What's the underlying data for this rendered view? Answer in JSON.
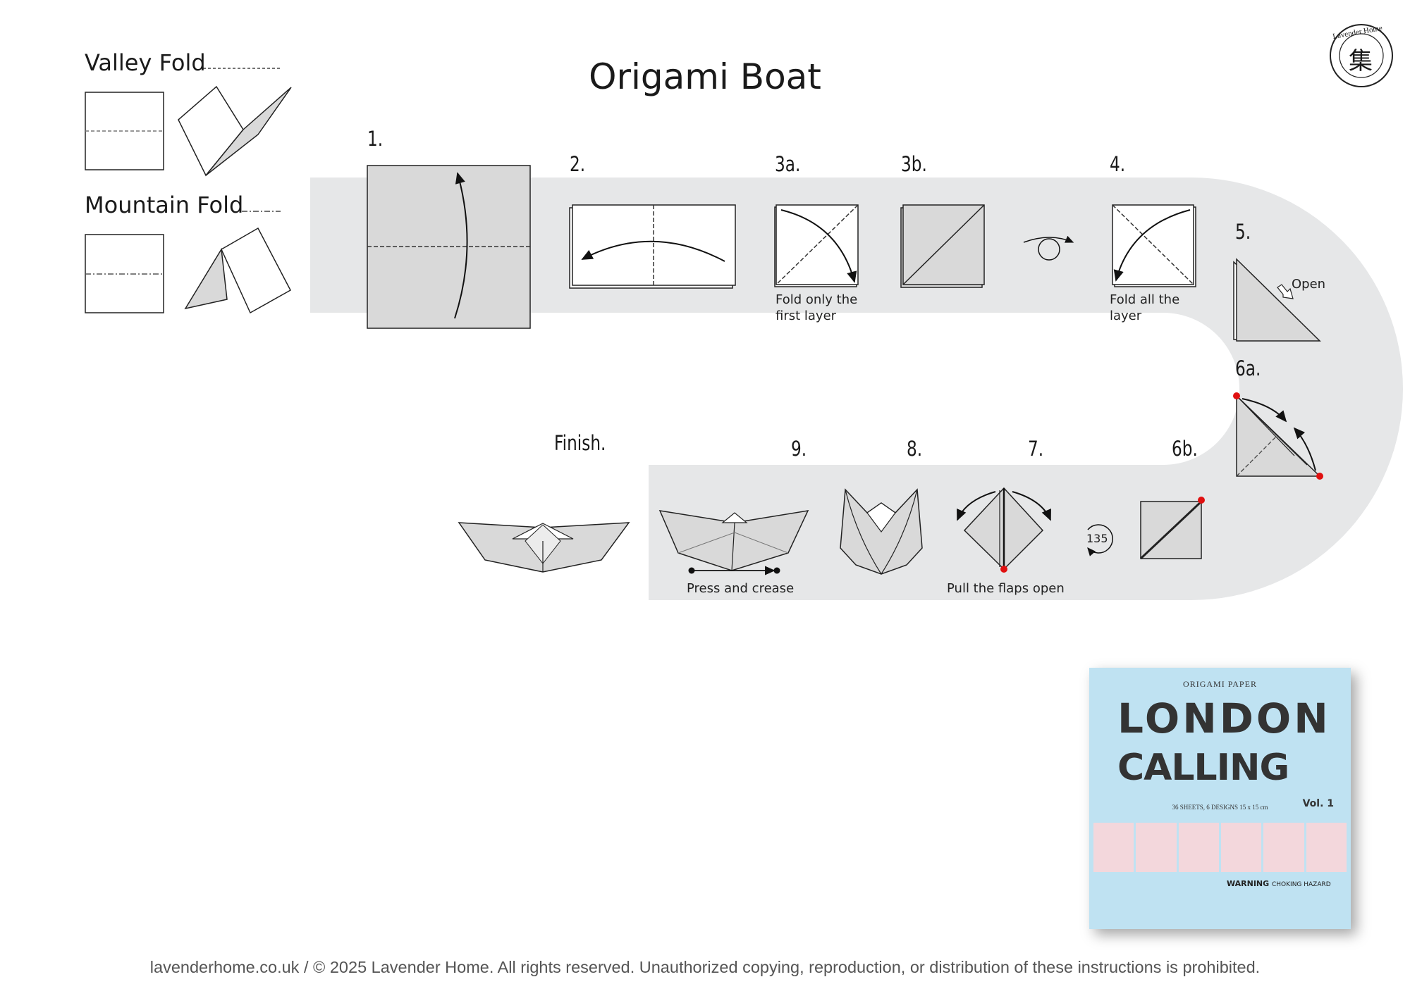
{
  "title": "Origami Boat",
  "legend": {
    "valley_fold": "Valley Fold",
    "mountain_fold": "Mountain Fold"
  },
  "steps": [
    {
      "id": "1",
      "label": "1."
    },
    {
      "id": "2",
      "label": "2."
    },
    {
      "id": "3a",
      "label": "3a.",
      "note": "Fold only the first layer"
    },
    {
      "id": "3b",
      "label": "3b."
    },
    {
      "id": "4",
      "label": "4.",
      "note": "Fold all the layer"
    },
    {
      "id": "5",
      "label": "5.",
      "callout": "Open"
    },
    {
      "id": "6a",
      "label": "6a."
    },
    {
      "id": "6b",
      "label": "6b.",
      "rotate_label": "135"
    },
    {
      "id": "7",
      "label": "7.",
      "note": "Pull the flaps open"
    },
    {
      "id": "8",
      "label": "8."
    },
    {
      "id": "9",
      "label": "9.",
      "note": "Press and crease"
    },
    {
      "id": "finish",
      "label": "Finish."
    }
  ],
  "logo": {
    "text": "Lavender Home",
    "glyph": "集"
  },
  "product_cover": {
    "subtitle": "ORIGAMI PAPER",
    "title_line1": "LONDON",
    "title_line2": "CALLING",
    "meta": "36 SHEETS, 6 DESIGNS 15 x 15 cm",
    "volume": "Vol. 1",
    "warning": "WARNING",
    "warning_detail": "CHOKING HAZARD"
  },
  "footer": "lavenderhome.co.uk / © 2025 Lavender Home. All rights reserved. Unauthorized copying, reproduction, or distribution of these instructions is prohibited.",
  "colors": {
    "track": "#e6e7e8",
    "paper": "#d9d9d9",
    "accent_dot": "#e01010",
    "cover_bg": "#bfe2f2"
  }
}
